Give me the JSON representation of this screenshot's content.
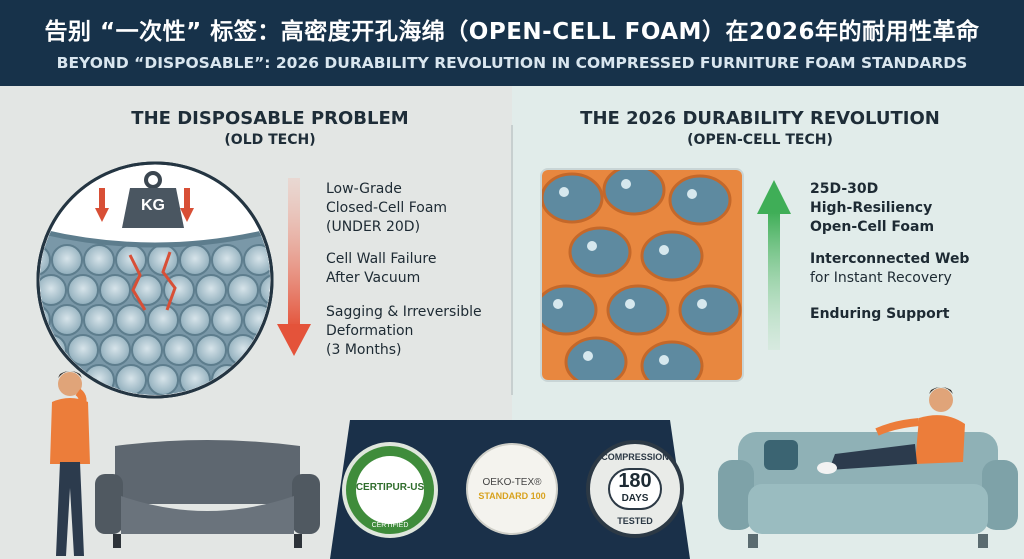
{
  "header": {
    "title_cn": "告别 “一次性” 标签：高密度开孔海绵（OPEN-CELL FOAM）在2026年的耐用性革命",
    "subtitle_en": "BEYOND “DISPOSABLE”: 2026 DURABILITY REVOLUTION IN COMPRESSED FURNITURE FOAM STANDARDS"
  },
  "left": {
    "title": "THE DISPOSABLE PROBLEM",
    "subtitle": "(OLD TECH)",
    "weight_label": "KG",
    "items": [
      {
        "line1": "Low-Grade",
        "line2": "Closed-Cell Foam",
        "line3": "(UNDER 20D)"
      },
      {
        "line1": "Cell Wall Failure",
        "line2": "After Vacuum"
      },
      {
        "line1": "Sagging & Irreversible",
        "line2": "Deformation",
        "line3": "(3 Months)"
      }
    ]
  },
  "right": {
    "title": "THE 2026 DURABILITY REVOLUTION",
    "subtitle": "(OPEN-CELL TECH)",
    "items": [
      {
        "line1": "25D-30D",
        "line2": "High-Resiliency",
        "line3": "Open-Cell Foam"
      },
      {
        "line1": "Interconnected Web",
        "line2": "for Instant Recovery"
      },
      {
        "line1": "Enduring Support"
      }
    ]
  },
  "badges": {
    "certipur_top": "CERTIPUR-US",
    "certipur_bottom": "CERTIFIED",
    "oeko_line1": "OEKO-TEX®",
    "oeko_line2": "STANDARD 100",
    "compression_top": "COMPRESSION",
    "compression_value": "180",
    "compression_unit": "DAYS",
    "compression_bottom": "TESTED"
  },
  "colors": {
    "header_bg": "#17324a",
    "arrow_down": "#e4533a",
    "arrow_up": "#3fae57",
    "foam_orange": "#e8873f",
    "foam_cell": "#5e8aa0"
  }
}
